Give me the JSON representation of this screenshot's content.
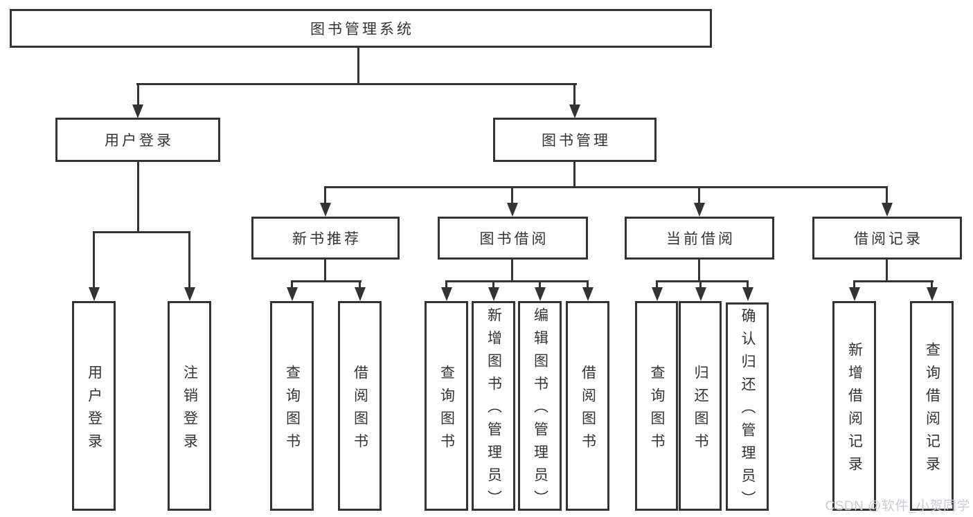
{
  "diagram": {
    "type": "hierarchy-tree",
    "root": {
      "label": "图书管理系统"
    },
    "level1": [
      {
        "label": "用户登录"
      },
      {
        "label": "图书管理"
      }
    ],
    "level2": [
      {
        "label": "新书推荐"
      },
      {
        "label": "图书借阅"
      },
      {
        "label": "当前借阅"
      },
      {
        "label": "借阅记录"
      }
    ],
    "leaves": [
      {
        "label": "用户登录"
      },
      {
        "label": "注销登录"
      },
      {
        "label": "查询图书"
      },
      {
        "label": "借阅图书"
      },
      {
        "label": "查询图书"
      },
      {
        "label": "新增图书（管理员）"
      },
      {
        "label": "编辑图书（管理员）"
      },
      {
        "label": "借阅图书"
      },
      {
        "label": "查询图书"
      },
      {
        "label": "归还图书"
      },
      {
        "label": "确认归还（管理员）"
      },
      {
        "label": "新增借阅记录"
      },
      {
        "label": "查询借阅记录"
      }
    ],
    "watermark": "CSDN @软件_小贺同学",
    "colors": {
      "line": "#333333",
      "box_border": "#333333",
      "text": "#333333",
      "background": "#ffffff",
      "watermark": "#c9ccd2"
    }
  }
}
